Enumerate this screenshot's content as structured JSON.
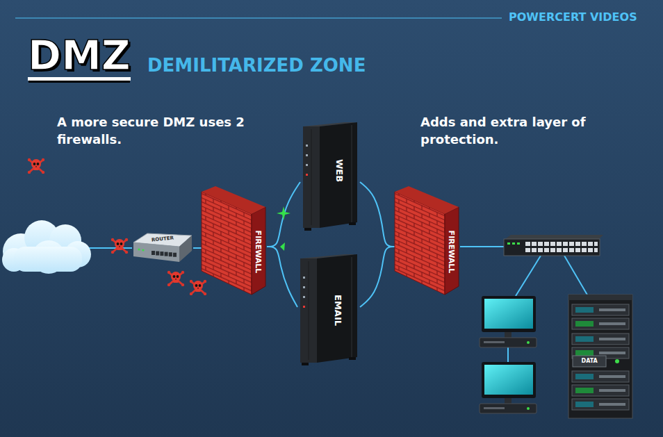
{
  "diagram": {
    "title": "DMZ",
    "nodes": [
      {
        "text": [
          "ROUTER"
        ]
      },
      {
        "text": [
          "FIREWALL"
        ]
      },
      {
        "text": [
          "WEB"
        ]
      },
      {
        "text": [
          "EMAIL"
        ]
      },
      {
        "text": [
          "FIREWALL"
        ]
      },
      {
        "text": [
          "DATA"
        ]
      }
    ],
    "edges": [
      {
        "from": 0,
        "to": 1,
        "arrow": "none"
      },
      {
        "from": 1,
        "to": 2,
        "arrow": "none"
      },
      {
        "from": 1,
        "to": 3,
        "arrow": "none"
      },
      {
        "from": 2,
        "to": 4,
        "arrow": "none"
      },
      {
        "from": 3,
        "to": 4,
        "arrow": "none"
      }
    ],
    "labels": [
      "POWERCERT VIDEOS",
      "DEMILITARIZED ZONE",
      "A more secure DMZ uses 2 firewalls.",
      "Adds and extra layer of protection."
    ]
  }
}
